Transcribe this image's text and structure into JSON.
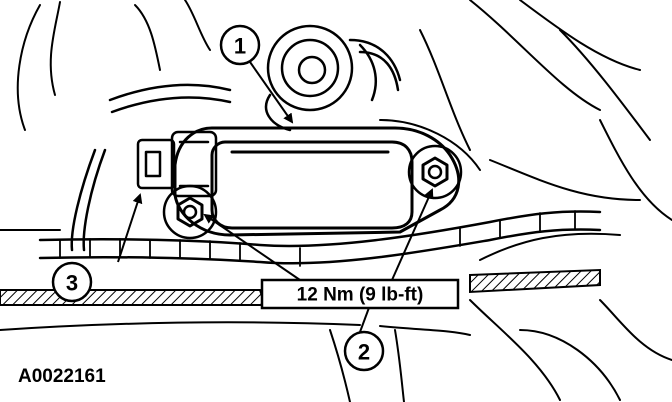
{
  "figure_id": "A0022161",
  "torque_spec": "12 Nm (9 lb-ft)",
  "callouts": [
    "1",
    "2",
    "3"
  ]
}
